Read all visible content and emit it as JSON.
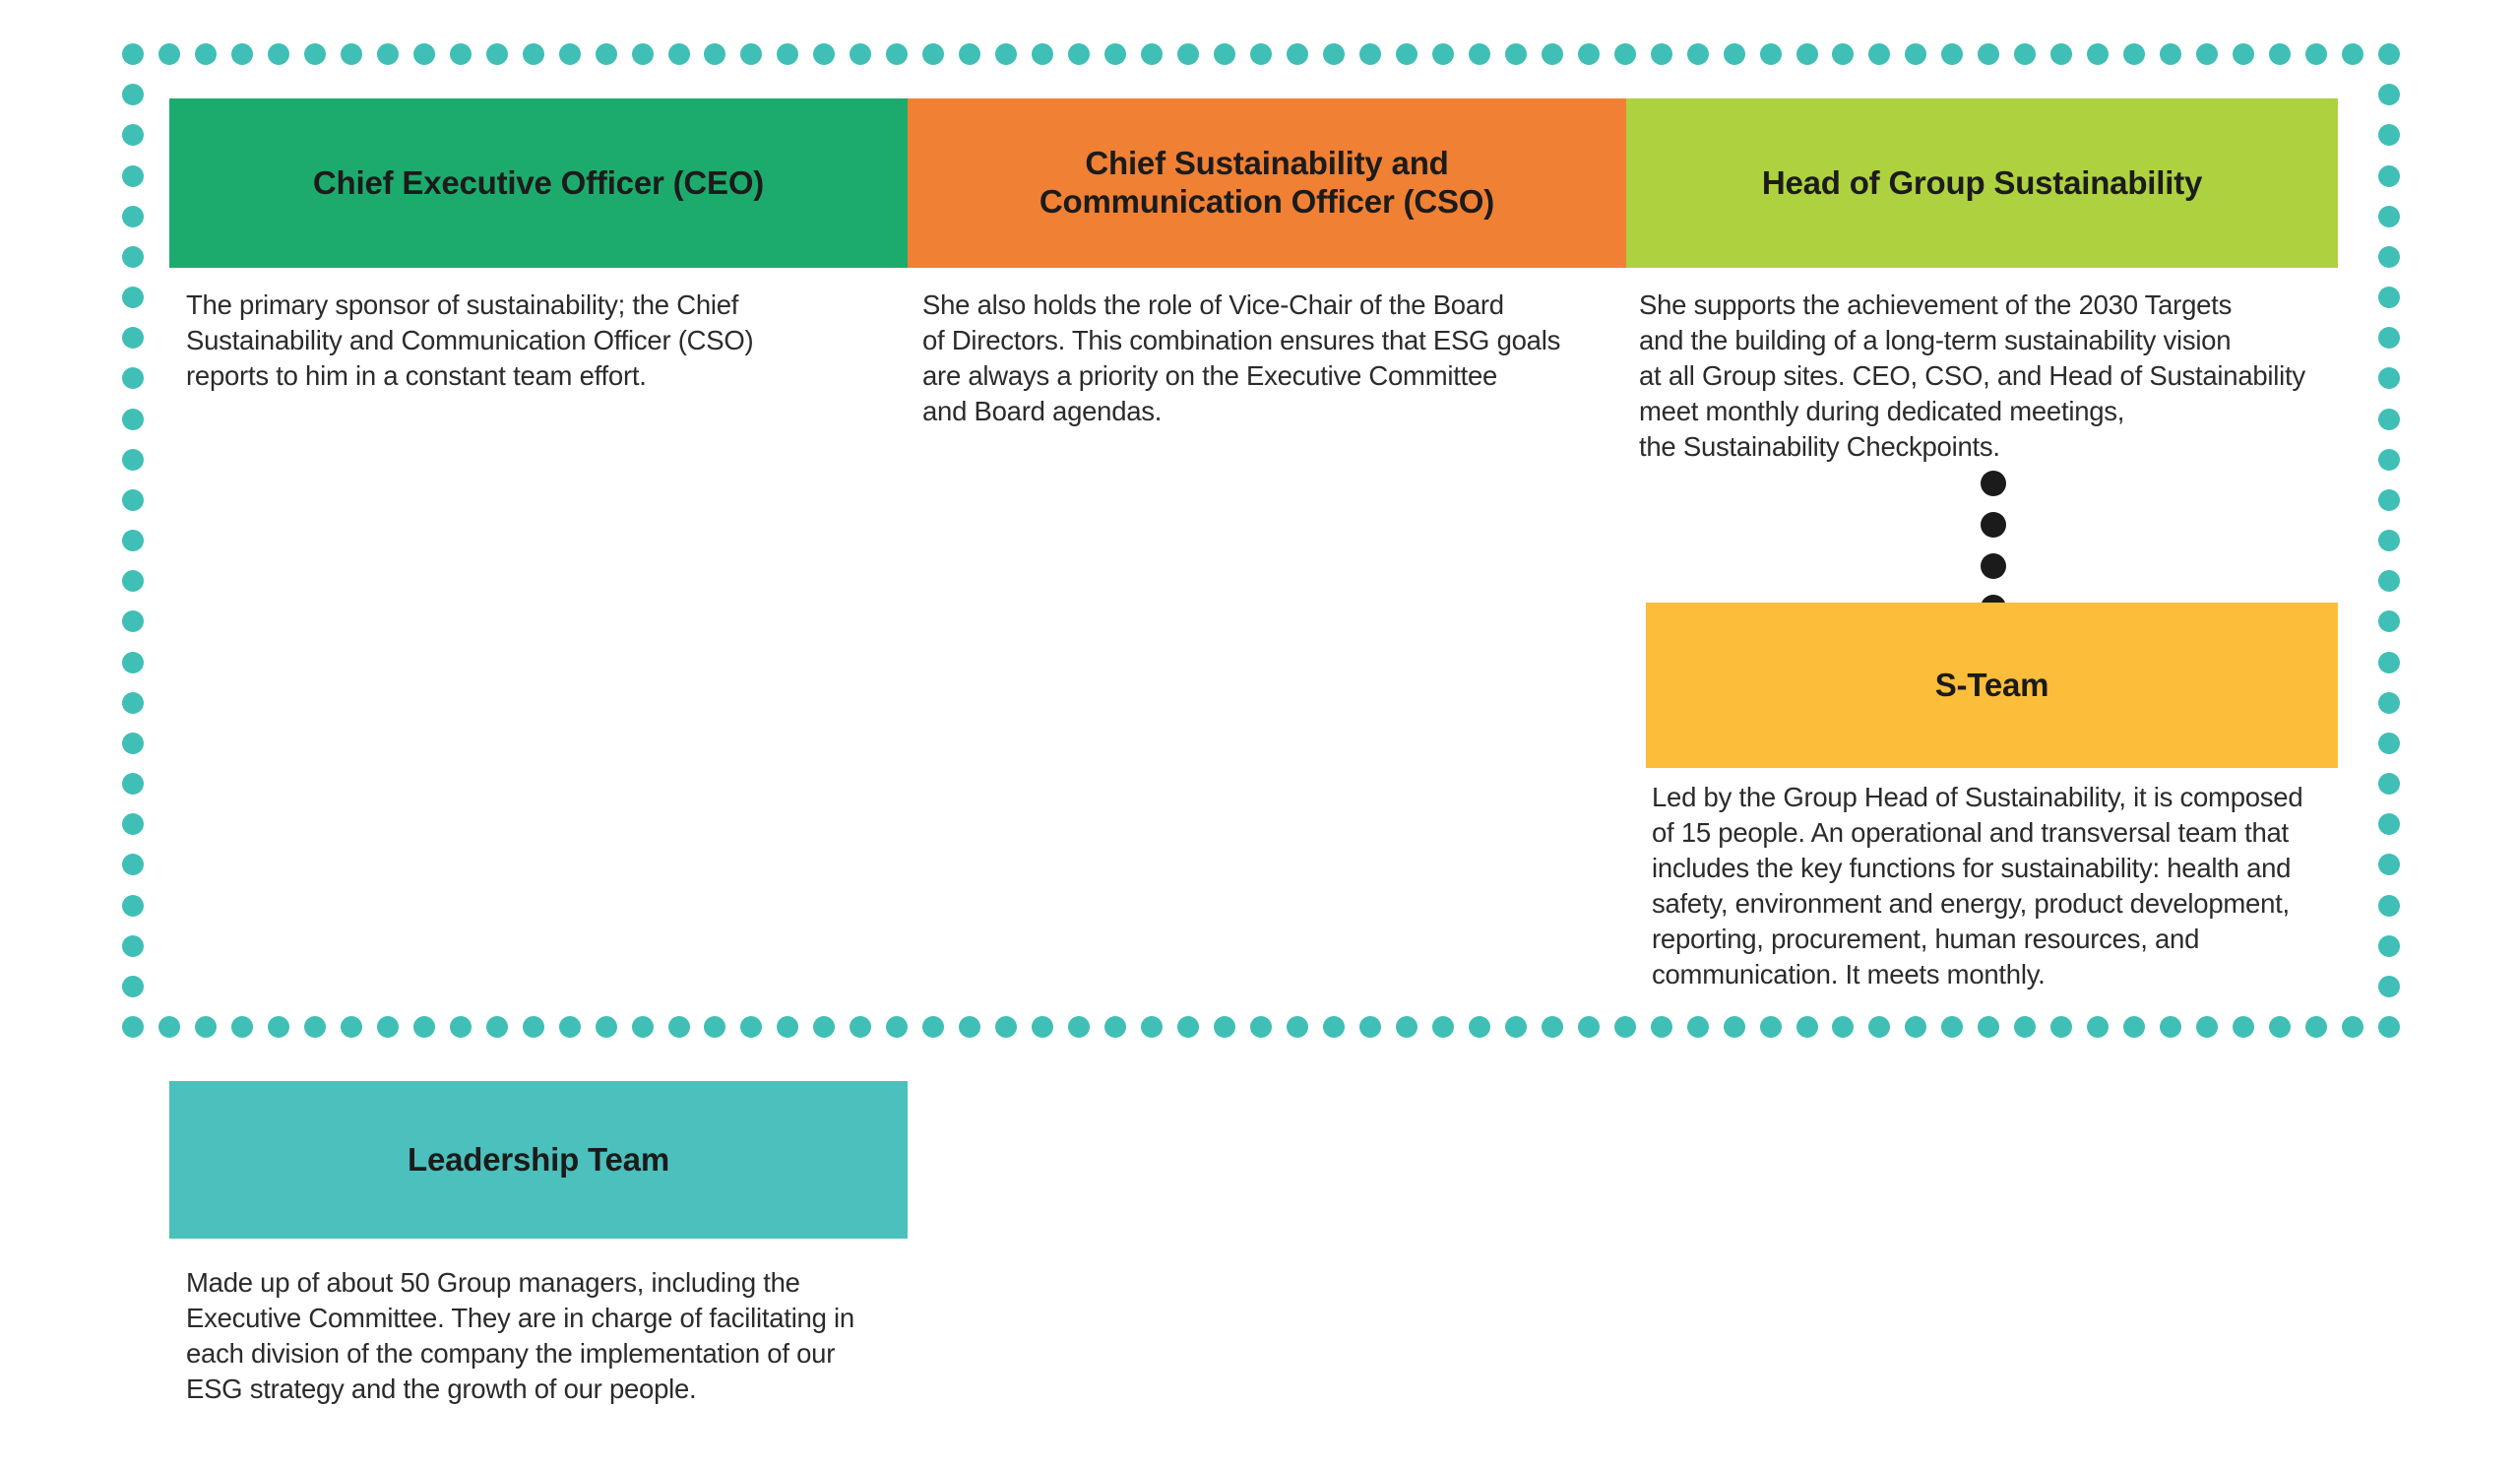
{
  "theme": {
    "background": "#ffffff",
    "frame_dot_color": "#3FBFB5",
    "connector_dot_color": "#1b1b1b",
    "text_color": "#2b2b2b",
    "heading_color": "#1b1b1b"
  },
  "frame": {
    "name": "dotted-border-frame",
    "dot_color": "#3FBFB5",
    "dot_diameter": 22
  },
  "columns": [
    {
      "id": "ceo",
      "header": "Chief Executive Officer (CEO)",
      "color": "#1DAB6D",
      "body": "The primary sponsor of sustainability; the Chief\nSustainability and Communication Officer (CSO)\nreports to him in a constant team effort."
    },
    {
      "id": "cso",
      "header": "Chief Sustainability and\nCommunication Officer (CSO)",
      "color": "#F08033",
      "body": "She also holds the role of Vice-Chair of the Board\nof Directors. This combination ensures that ESG goals\nare always a priority on the Executive Committee\nand Board agendas."
    },
    {
      "id": "head-of-group-sustainability",
      "header": "Head of Group Sustainability",
      "color": "#AED13F",
      "body": "She supports the achievement of the 2030 Targets\nand the building of a long-term sustainability vision\nat all Group sites. CEO, CSO, and Head of Sustainability\nmeet monthly during dedicated meetings,\nthe Sustainability Checkpoints."
    }
  ],
  "connector": {
    "name": "vertical-dot-connector",
    "dot_count": 4,
    "color": "#1b1b1b",
    "from": "head-of-group-sustainability",
    "to": "s-team"
  },
  "s_team": {
    "id": "s-team",
    "header": "S-Team",
    "color": "#FCBD3A",
    "body": "Led by the Group Head of Sustainability, it is composed\nof 15 people. An operational and transversal team that\nincludes the key functions for sustainability: health and\nsafety, environment and energy, product development,\nreporting, procurement, human resources, and\ncommunication. It meets monthly."
  },
  "leadership_team": {
    "id": "leadership-team",
    "header": "Leadership Team",
    "color": "#4BC0BC",
    "body": "Made up of about 50 Group managers, including the\nExecutive Committee. They are in charge of facilitating in\neach division of the company the implementation of our\nESG strategy and the growth of our people."
  }
}
